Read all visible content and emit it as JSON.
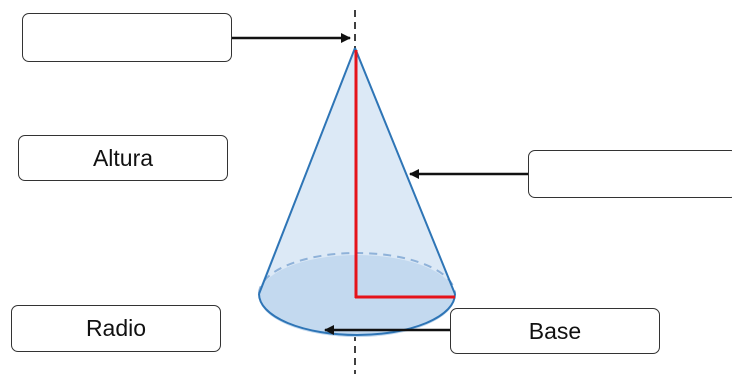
{
  "labels": {
    "top_left": "",
    "altura": "Altura",
    "right": "",
    "radio": "Radio",
    "base": "Base"
  },
  "colors": {
    "cone_outline": "#2e75b6",
    "cone_fill": "#dce9f6",
    "base_fill": "#c3d9ef",
    "height_radius_lines": "#e5131b",
    "arrows": "#111111",
    "axis": "#111111"
  }
}
